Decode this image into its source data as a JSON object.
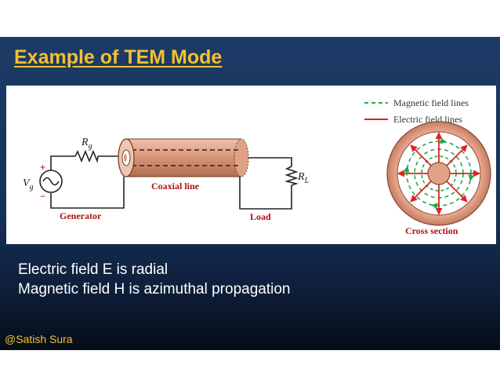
{
  "slide": {
    "title": "Example of TEM Mode",
    "bullets": [
      "Electric field E is radial",
      "Magnetic field H is azimuthal propagation"
    ],
    "credit": "@Satish Sura"
  },
  "diagram": {
    "legend": {
      "magnetic": "Magnetic field lines",
      "electric": "Electric field lines"
    },
    "labels": {
      "rg_main": "R",
      "rg_sub": "g",
      "rl_main": "R",
      "rl_sub": "L",
      "vg_main": "V",
      "vg_sub": "g",
      "plus": "+",
      "minus": "−",
      "generator": "Generator",
      "coaxial": "Coaxial line",
      "load": "Load",
      "cross_section": "Cross section"
    },
    "colors": {
      "magnetic": "#22aa44",
      "electric": "#dd2222",
      "label": "#b01010",
      "copper": "#d99a7c",
      "wire": "#222222"
    }
  }
}
